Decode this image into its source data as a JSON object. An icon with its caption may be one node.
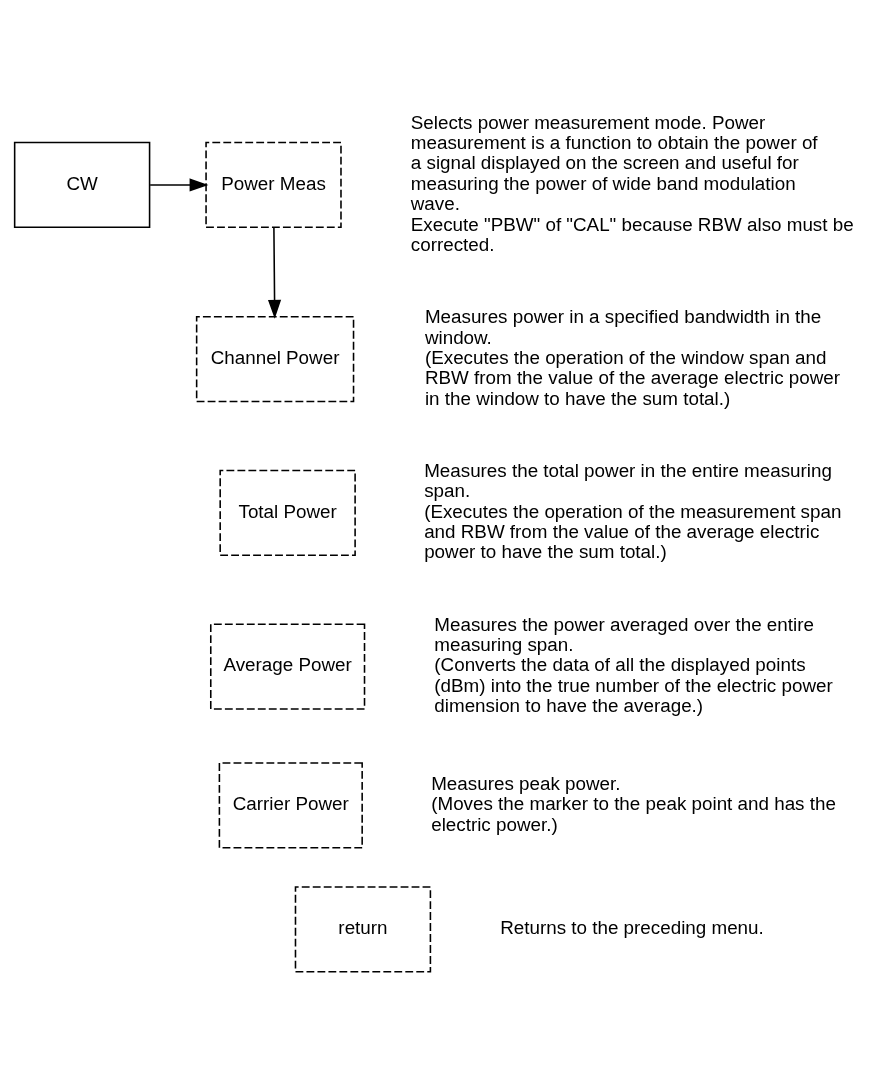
{
  "diagram": {
    "nodes": [
      {
        "text": [
          "CW"
        ]
      },
      {
        "text": [
          "Power Meas"
        ],
        "beside": [
          "Selects power measurement mode. Power measurement is a function to obtain the power of a signal displayed on the screen and useful for measuring the power of wide band modulation wave.",
          "Execute \"PBW\" of \"CAL\" because RBW also must be corrected."
        ]
      },
      {
        "text": [
          "Channel Power"
        ],
        "beside": [
          "Measures power in a specified bandwidth in the window.",
          "(Executes the operation of the window span and RBW from the value of the average electric power in the window to have the sum total.)"
        ]
      },
      {
        "text": [
          "Total Power"
        ],
        "beside": [
          "Measures the total power in the entire measuring span.",
          "(Executes the operation of the measurement span and RBW from the value of the average electric power to have the sum total.)"
        ]
      },
      {
        "text": [
          "Average Power"
        ],
        "beside": [
          "Measures the power averaged over the entire measuring span.",
          "(Converts the data of all the displayed points (dBm) into the true number of the electric power dimension to have the average.)"
        ]
      },
      {
        "text": [
          "Carrier Power"
        ],
        "beside": [
          "Measures peak power.",
          "(Moves the marker to the peak point and has the electric power.)"
        ]
      },
      {
        "text": [
          "return"
        ],
        "beside": [
          "Returns to the preceding menu."
        ]
      }
    ],
    "edges": [
      {
        "from": 0,
        "to": 1,
        "arrow": "to"
      },
      {
        "from": 1,
        "to": 2,
        "arrow": "to"
      }
    ]
  }
}
